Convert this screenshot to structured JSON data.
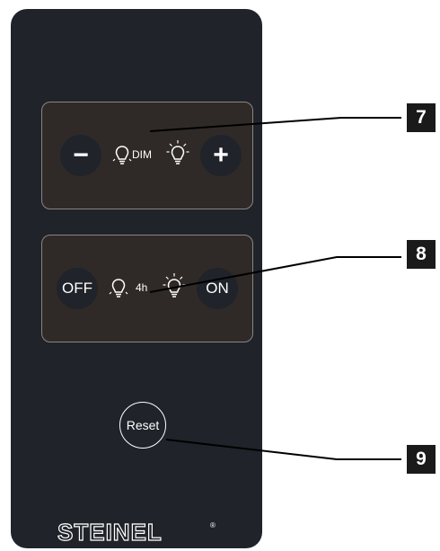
{
  "remote": {
    "color": "#202329",
    "panel_color": "#2f2a28",
    "dim_panel": {
      "minus_label": "−",
      "plus_label": "+",
      "center_label": "DIM",
      "icons": [
        "bulb-off-icon",
        "bulb-on-icon"
      ]
    },
    "timer_panel": {
      "off_label": "OFF",
      "on_label": "ON",
      "center_label": "4h",
      "icons": [
        "bulb-off-icon",
        "bulb-on-icon"
      ]
    },
    "reset_label": "Reset",
    "logo_text": "STEINEL",
    "logo_mark": "®"
  },
  "callouts": {
    "c7": "7",
    "c8": "8",
    "c9": "9"
  }
}
